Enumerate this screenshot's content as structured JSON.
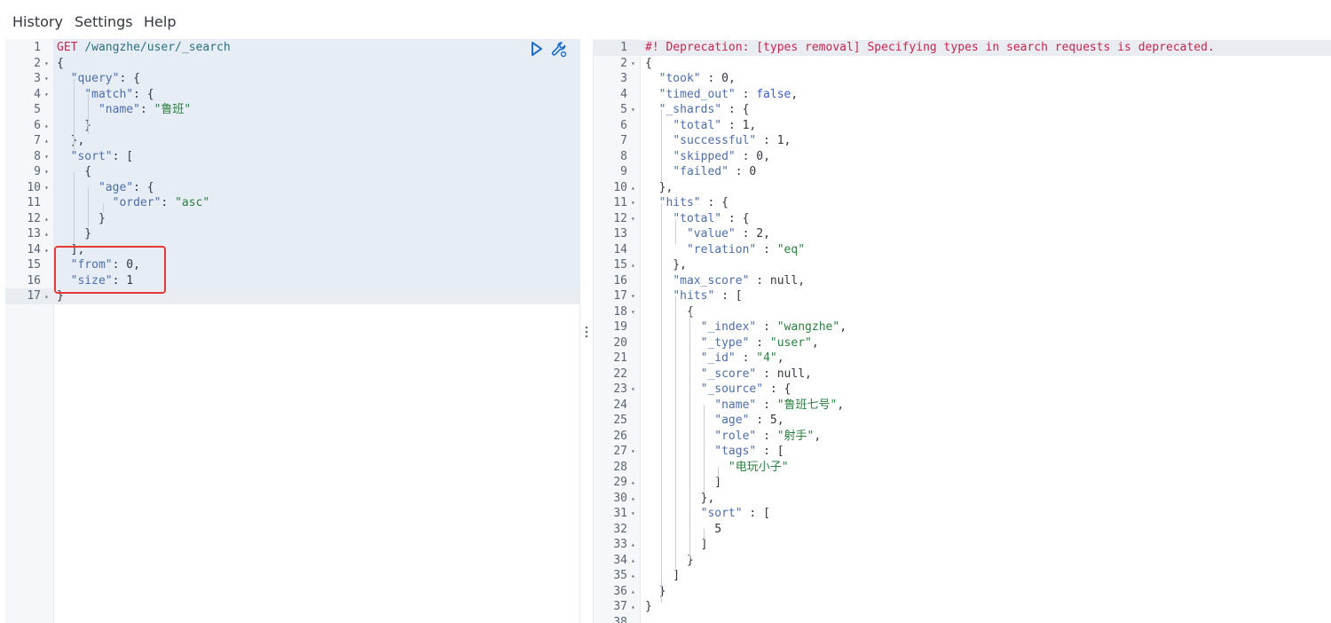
{
  "menu": {
    "history": "History",
    "settings": "Settings",
    "help": "Help"
  },
  "icons": {
    "run": "play-icon",
    "settings": "wrench-icon",
    "resize": "vertical-dots-icon"
  },
  "colors": {
    "highlight_box": "#e53935",
    "method": "#c7254e",
    "string": "#2a7f3f",
    "key": "#4d6da8"
  },
  "request": {
    "lines": [
      "GET /wangzhe/user/_search",
      "{",
      "  \"query\": {",
      "    \"match\": {",
      "      \"name\": \"鲁班\"",
      "    }",
      "  },",
      "  \"sort\": [",
      "    {",
      "      \"age\": {",
      "        \"order\": \"asc\"",
      "      }",
      "    }",
      "  ],",
      "  \"from\": 0,",
      "  \"size\": 1",
      "}"
    ],
    "folds": [
      "",
      "▾",
      "▾",
      "▾",
      "",
      "▴",
      "▴",
      "▾",
      "▾",
      "▾",
      "",
      "▴",
      "▴",
      "▴",
      "",
      "",
      "▴"
    ]
  },
  "response": {
    "lines": [
      "#! Deprecation: [types removal] Specifying types in search requests is deprecated.",
      "{",
      "  \"took\" : 0,",
      "  \"timed_out\" : false,",
      "  \"_shards\" : {",
      "    \"total\" : 1,",
      "    \"successful\" : 1,",
      "    \"skipped\" : 0,",
      "    \"failed\" : 0",
      "  },",
      "  \"hits\" : {",
      "    \"total\" : {",
      "      \"value\" : 2,",
      "      \"relation\" : \"eq\"",
      "    },",
      "    \"max_score\" : null,",
      "    \"hits\" : [",
      "      {",
      "        \"_index\" : \"wangzhe\",",
      "        \"_type\" : \"user\",",
      "        \"_id\" : \"4\",",
      "        \"_score\" : null,",
      "        \"_source\" : {",
      "          \"name\" : \"鲁班七号\",",
      "          \"age\" : 5,",
      "          \"role\" : \"射手\",",
      "          \"tags\" : [",
      "            \"电玩小子\"",
      "          ]",
      "        },",
      "        \"sort\" : [",
      "          5",
      "        ]",
      "      }",
      "    ]",
      "  }",
      "}",
      ""
    ],
    "folds": [
      "",
      "▾",
      "",
      "",
      "▾",
      "",
      "",
      "",
      "",
      "▴",
      "▾",
      "▾",
      "",
      "",
      "▴",
      "",
      "▾",
      "▾",
      "",
      "",
      "",
      "",
      "▾",
      "",
      "",
      "",
      "▾",
      "",
      "▴",
      "▴",
      "▾",
      "",
      "▴",
      "▴",
      "▴",
      "▴",
      "▴",
      ""
    ]
  }
}
